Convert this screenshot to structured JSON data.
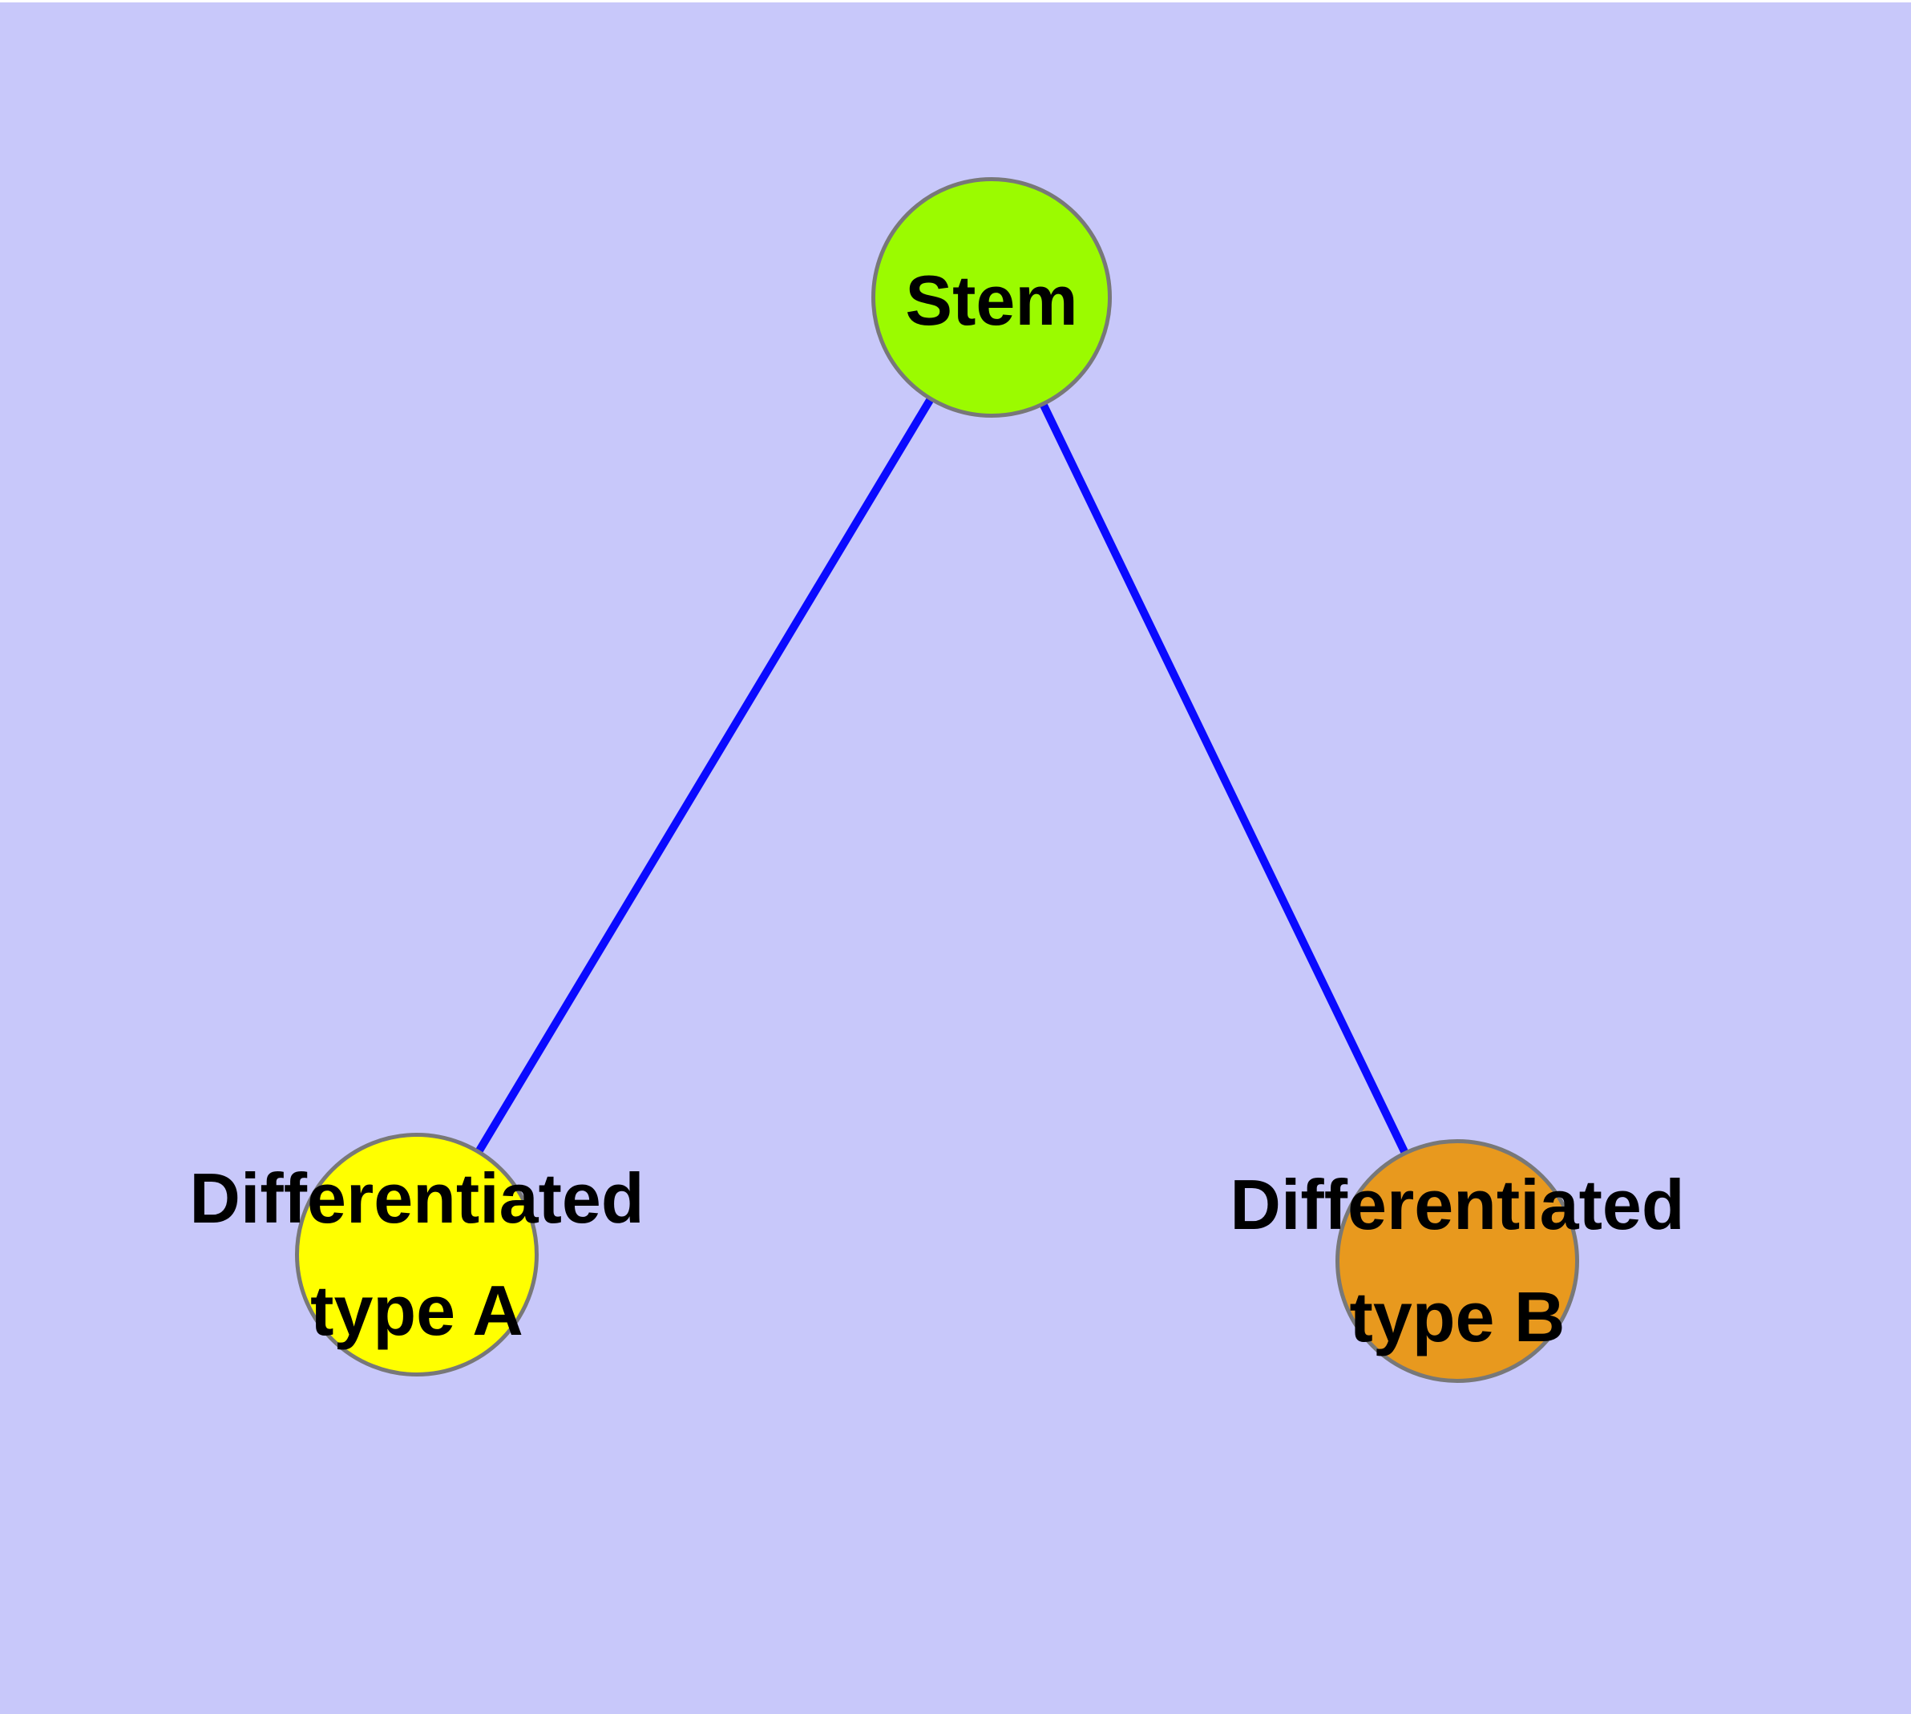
{
  "diagram": {
    "type": "graph",
    "background_color": "#c8c8fa",
    "top_margin_color": "#ffffff",
    "edge_color": "#0a0aff",
    "node_border_color": "#787878",
    "label_color": "#000000",
    "nodes": {
      "stem": {
        "label": "Stem",
        "fill": "#9bfb00"
      },
      "type_a": {
        "label_line1": "Differentiated",
        "label_line2": "type A",
        "fill": "#ffff00"
      },
      "type_b": {
        "label_line1": "Differentiated",
        "label_line2": "type B",
        "fill": "#e8991e"
      }
    },
    "edges": [
      {
        "from": "Stem",
        "to": "Differentiated type A"
      },
      {
        "from": "Stem",
        "to": "Differentiated type B"
      }
    ]
  }
}
